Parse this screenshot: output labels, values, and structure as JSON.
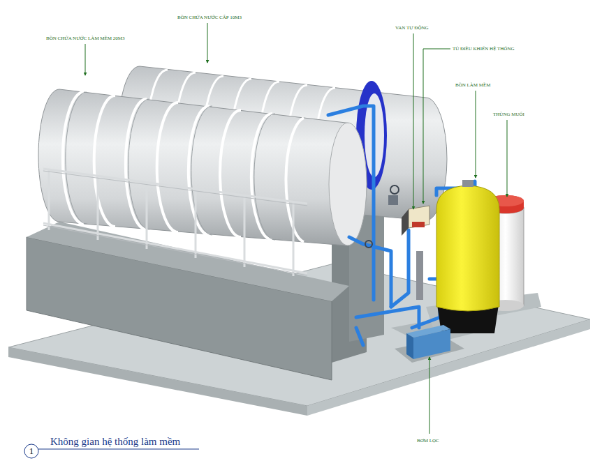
{
  "diagram": {
    "caption": "Không gian hệ thống làm mềm",
    "labels": [
      "BỒN CHỨA NƯỚC LÀM MỀM 20M3",
      "BỒN CHỨA NƯỚC CẤP 10M3",
      "VAN TỰ ĐỘNG",
      "TỦ ĐIỀU KHIỂN HỆ THỐNG",
      "BỒN LÀM MỀM",
      "THÙNG MUỐI",
      "BƠM LỌC",
      "1"
    ]
  }
}
